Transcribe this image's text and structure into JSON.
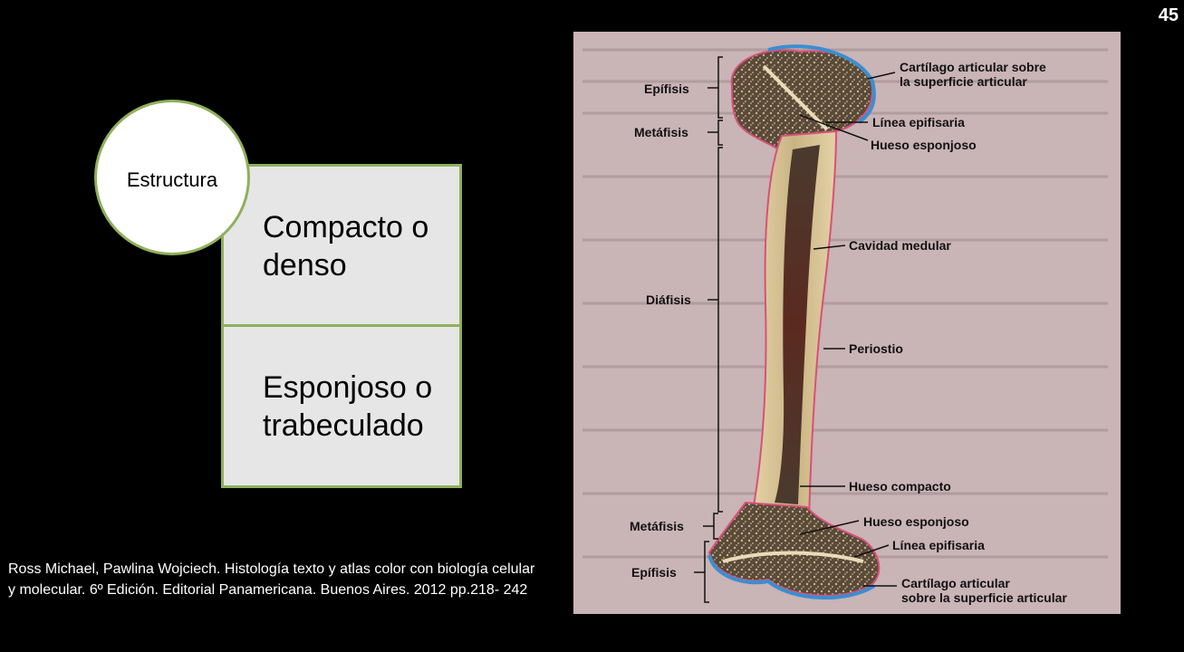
{
  "slide_number": "45",
  "diagram": {
    "circle_label": "Estructura",
    "items": [
      {
        "label": "Compacto o denso"
      },
      {
        "label": "Esponjoso o trabeculado"
      }
    ]
  },
  "reference": "Ross Michael, Pawlina Wojciech. Histología texto y atlas color con biología celular y molecular. 6º Edición. Editorial Panamericana. Buenos Aires. 2012 pp.218- 242",
  "figure": {
    "left_labels": {
      "epifisis_top": "Epífisis",
      "metafisis_top": "Metáfisis",
      "diafisis": "Diáfisis",
      "metafisis_bottom": "Metáfisis",
      "epifisis_bottom": "Epífisis"
    },
    "right_labels": {
      "cartilago_top_1": "Cartílago articular sobre",
      "cartilago_top_2": "la superficie articular",
      "linea_top": "Línea epifisaria",
      "hueso_esponjoso_top": "Hueso esponjoso",
      "cavidad": "Cavidad medular",
      "periostio": "Periostio",
      "hueso_compacto": "Hueso compacto",
      "hueso_esponjoso_bottom": "Hueso esponjoso",
      "linea_bottom": "Línea epifisaria",
      "cartilago_bottom_1": "Cartílago articular",
      "cartilago_bottom_2": "sobre la superficie articular"
    }
  },
  "colors": {
    "accent_green": "#8fb05c",
    "box_fill": "#e6e6e6",
    "cartilage_blue": "#3a8fd0",
    "periosteum_pink": "#d9507a"
  }
}
